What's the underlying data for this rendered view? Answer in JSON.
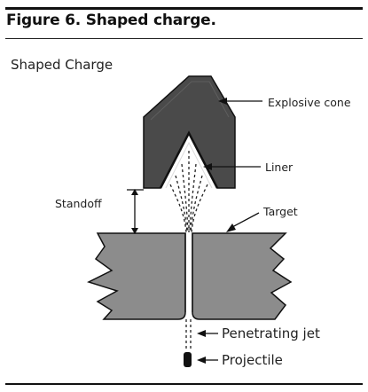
{
  "figure_title": "Figure 6. Shaped charge.",
  "diagram_title": "Shaped Charge",
  "labels": {
    "explosive_cone": "Explosive cone",
    "liner": "Liner",
    "standoff": "Standoff",
    "target": "Target",
    "penetrating_jet": "Penetrating jet",
    "projectile": "Projectile"
  },
  "colors": {
    "explosive": "#4a4a4a",
    "target": "#8c8c8c",
    "line": "#111111"
  }
}
